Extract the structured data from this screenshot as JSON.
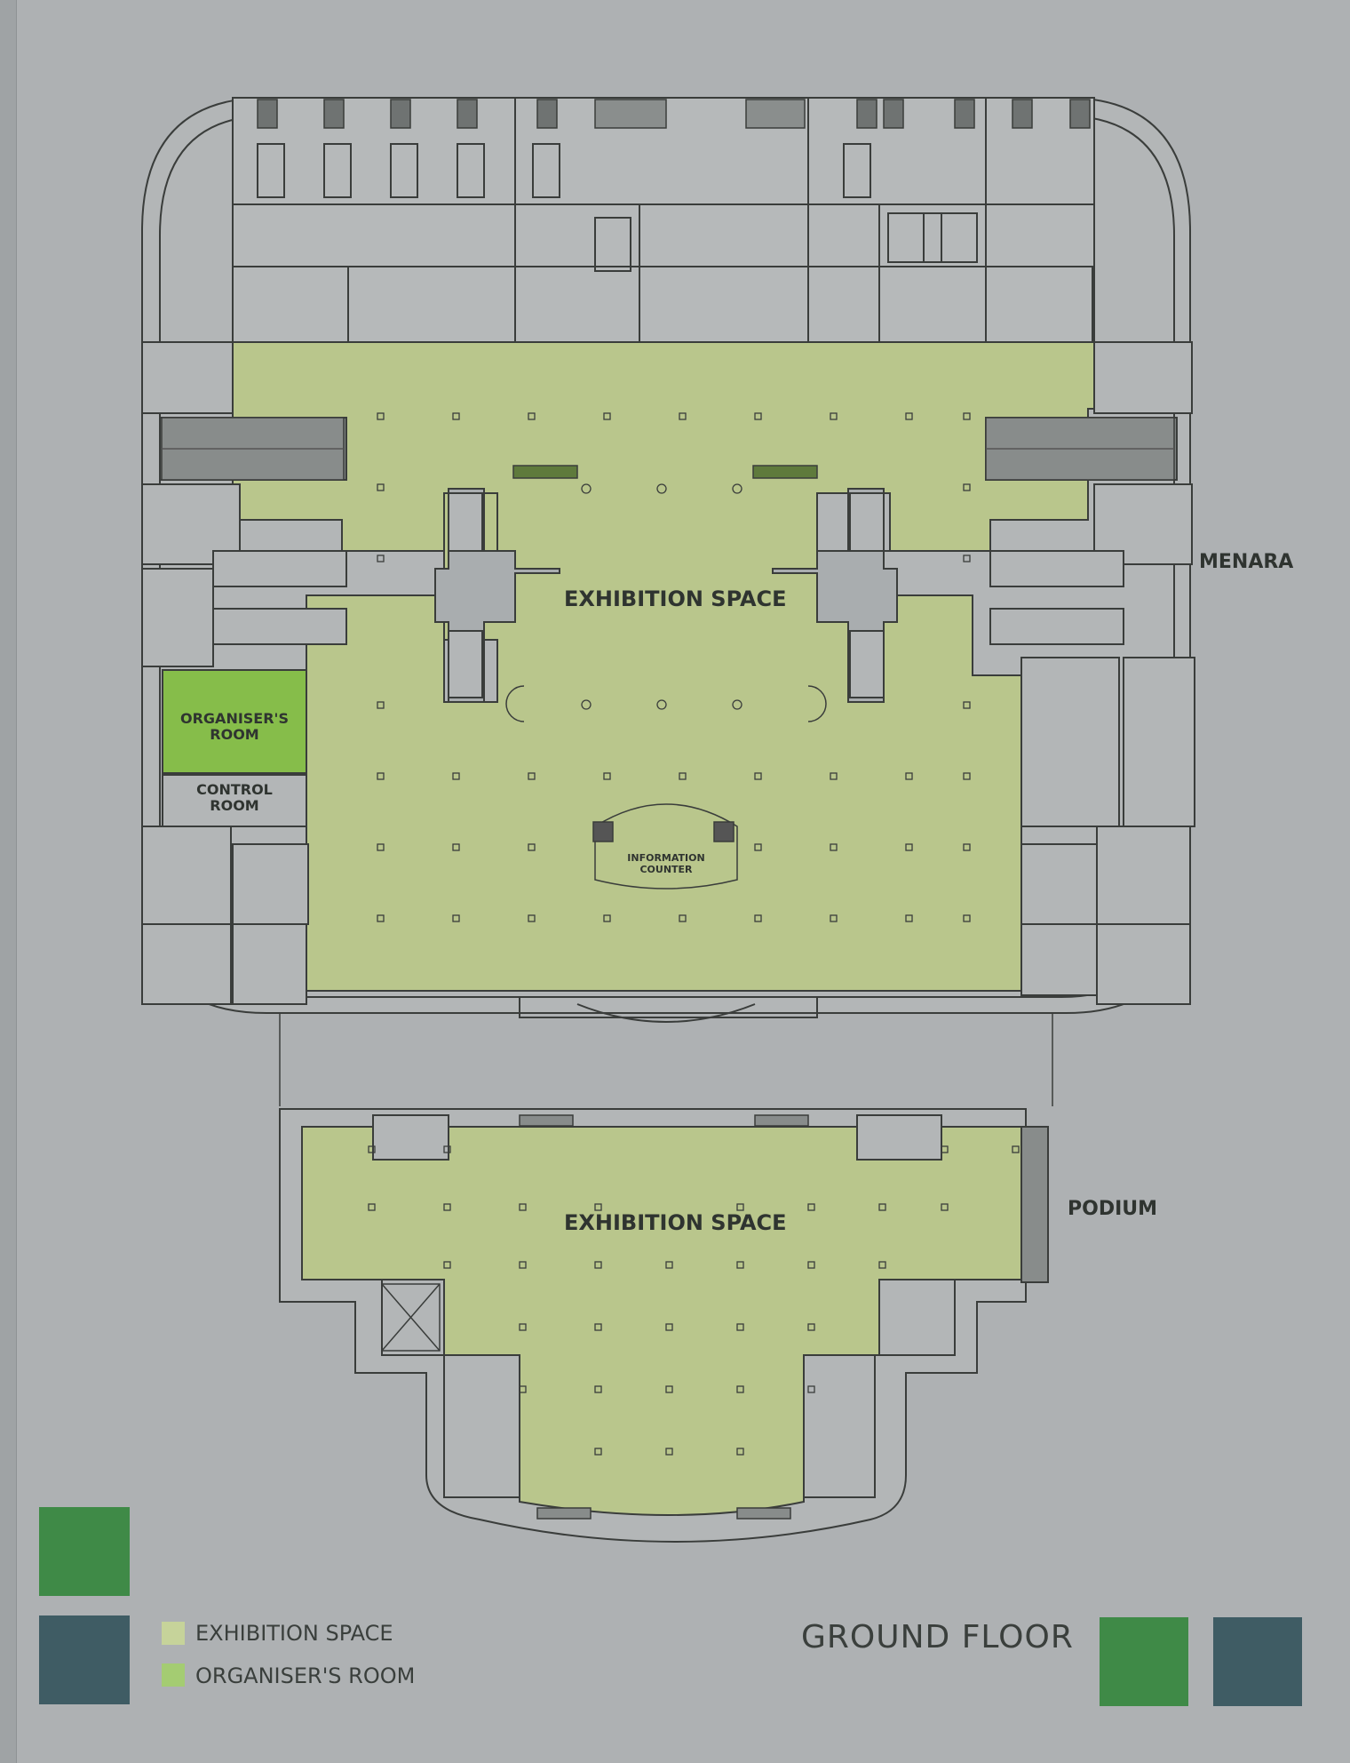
{
  "labels": {
    "menara": "MENARA",
    "podium": "PODIUM",
    "exhibition_main": "EXHIBITION SPACE",
    "exhibition_podium": "EXHIBITION SPACE",
    "organiser_room_line1": "ORGANISER'S",
    "organiser_room_line2": "ROOM",
    "control_room_line1": "CONTROL",
    "control_room_line2": "ROOM",
    "info_counter_line1": "INFORMATION",
    "info_counter_line2": "COUNTER"
  },
  "legend": {
    "items": [
      {
        "label": "EXHIBITION SPACE",
        "color": "#c6d39a"
      },
      {
        "label": "ORGANISER'S ROOM",
        "color": "#a4cc72"
      }
    ]
  },
  "title": "GROUND FLOOR",
  "colors": {
    "background": "#aeb1b3",
    "exhibition": "#b9c68c",
    "organiser": "#86bd4a",
    "dark_green": "#3f8a47",
    "slate": "#3f5c64",
    "line": "#3a3d3b"
  }
}
